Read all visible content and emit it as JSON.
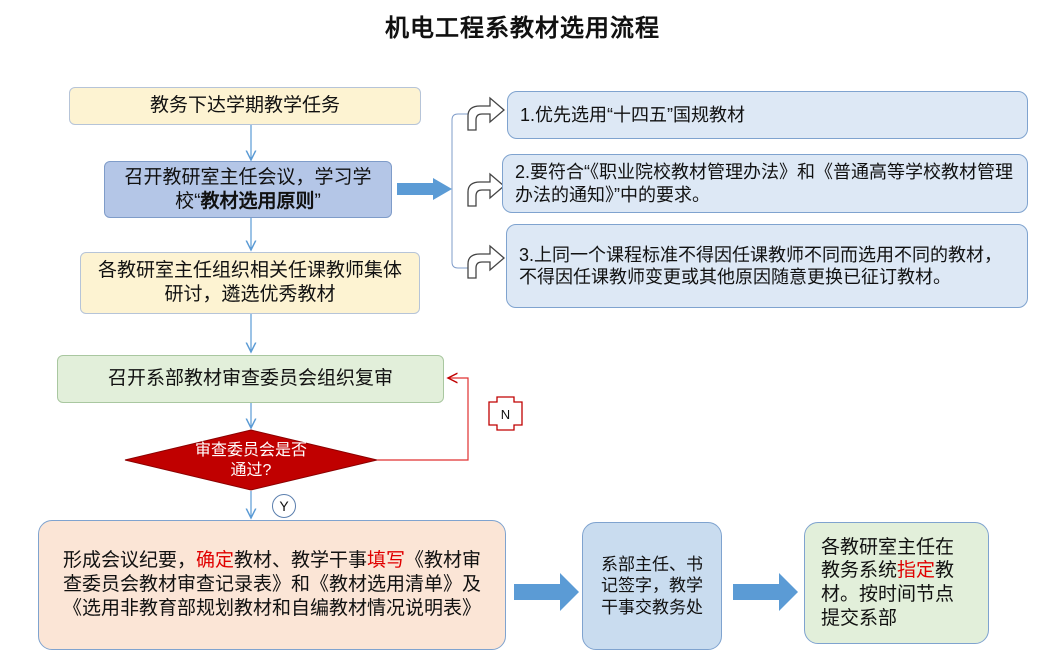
{
  "title": "机电工程系教材选用流程",
  "steps": {
    "step1": "教务下达学期教学任务",
    "step2_a": "召开教研室主任会议，学习学校“",
    "step2_b": "教材选用原则",
    "step2_c": "”",
    "step3": "各教研室主任组织相关任课教师集体研讨，遴选优秀教材",
    "step4": "召开系部教材审查委员会组织复审",
    "decision": "审查委员会是否通过?",
    "no_label": "N",
    "yes_label": "Y",
    "step5_a": "形成会议纪要，",
    "step5_b": "确定",
    "step5_c": "教材、教学干事",
    "step5_d": "填写",
    "step5_e": "《教材审查委员会教材审查记录表》和《教材选用清单》及《选用非教育部规划教材和自编教材情况说明表》",
    "step6": "系部主任、书记签字，教学干事交教务处",
    "step7_a": "各教研室主任在教务系统",
    "step7_b": "指定",
    "step7_c": "教材。按时间节点提交系部"
  },
  "principles": [
    "1.优先选用“十四五”国规教材",
    "2.要符合“《职业院校教材管理办法》和《普通高等学校教材管理办法的通知》”中的要求。",
    "3.上同一个课程标准不得因任课教师不同而选用不同的教材，不得因任课教师变更或其他原因随意更换已征订教材。"
  ],
  "colors": {
    "arrow": "#5b9bd5",
    "decision_fill": "#c00000",
    "emphasis": "#e00000"
  },
  "icons": [
    "curved-arrow-icon",
    "right-arrow-icon",
    "down-arrow-icon"
  ]
}
